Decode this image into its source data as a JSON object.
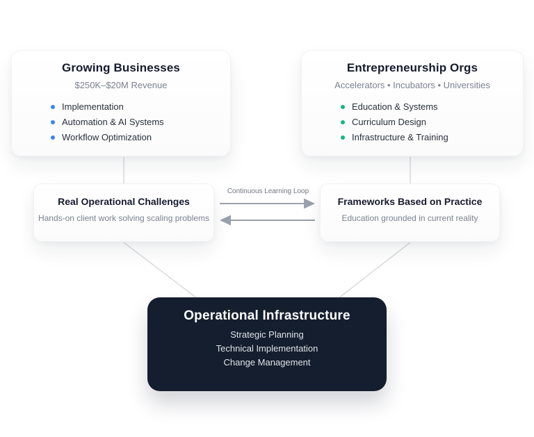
{
  "diagram": {
    "top_left_card": {
      "title": "Growing Businesses",
      "subtitle": "$250K–$20M Revenue",
      "items": [
        "Implementation",
        "Automation & AI Systems",
        "Workflow Optimization"
      ]
    },
    "top_right_card": {
      "title": "Entrepreneurship Orgs",
      "subtitle": "Accelerators • Incubators • Universities",
      "items": [
        "Education & Systems",
        "Curriculum Design",
        "Infrastructure & Training"
      ]
    },
    "mid_left_card": {
      "title": "Real Operational Challenges",
      "subtitle": "Hands-on client work solving scaling problems"
    },
    "mid_right_card": {
      "title": "Frameworks Based on Practice",
      "subtitle": "Education grounded in current reality"
    },
    "loop_label": "Continuous Learning Loop",
    "bottom_card": {
      "title": "Operational Infrastructure",
      "items": [
        "Strategic Planning",
        "Technical Implementation",
        "Change Management"
      ]
    },
    "colors": {
      "blue_bullet": "#3b82f6",
      "green_bullet": "#10b981",
      "connector_line": "#d9dbdf",
      "arrow": "#9aa1ac",
      "dark_card_background": "#151e2e"
    }
  }
}
